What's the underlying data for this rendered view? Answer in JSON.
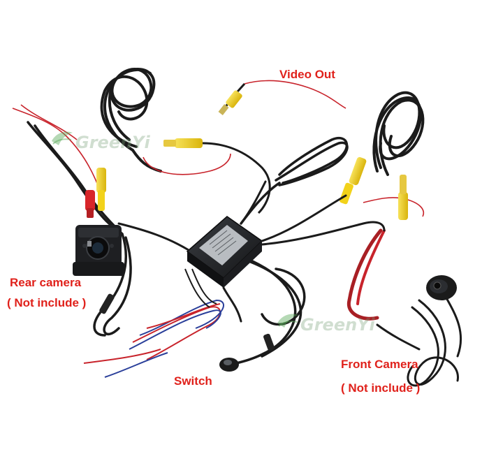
{
  "labels": {
    "video_out": "Video Out",
    "rear_camera": "Rear camera",
    "rear_camera_note": "( Not include )",
    "switch": "Switch",
    "front_camera": "Front Camera",
    "front_camera_note": "( Not include )"
  },
  "watermark": {
    "text": "GreenYi",
    "icon": "leaf-logo-icon"
  },
  "colors": {
    "label": "#e0211b",
    "cable_black": "#1b1b1b",
    "rca_yellow": "#f2d21a",
    "rca_red": "#d8262a",
    "wire_red": "#c8232b",
    "wire_blue": "#2a3f9a",
    "box_dark": "#202226",
    "box_panel": "#c9cdd1"
  }
}
